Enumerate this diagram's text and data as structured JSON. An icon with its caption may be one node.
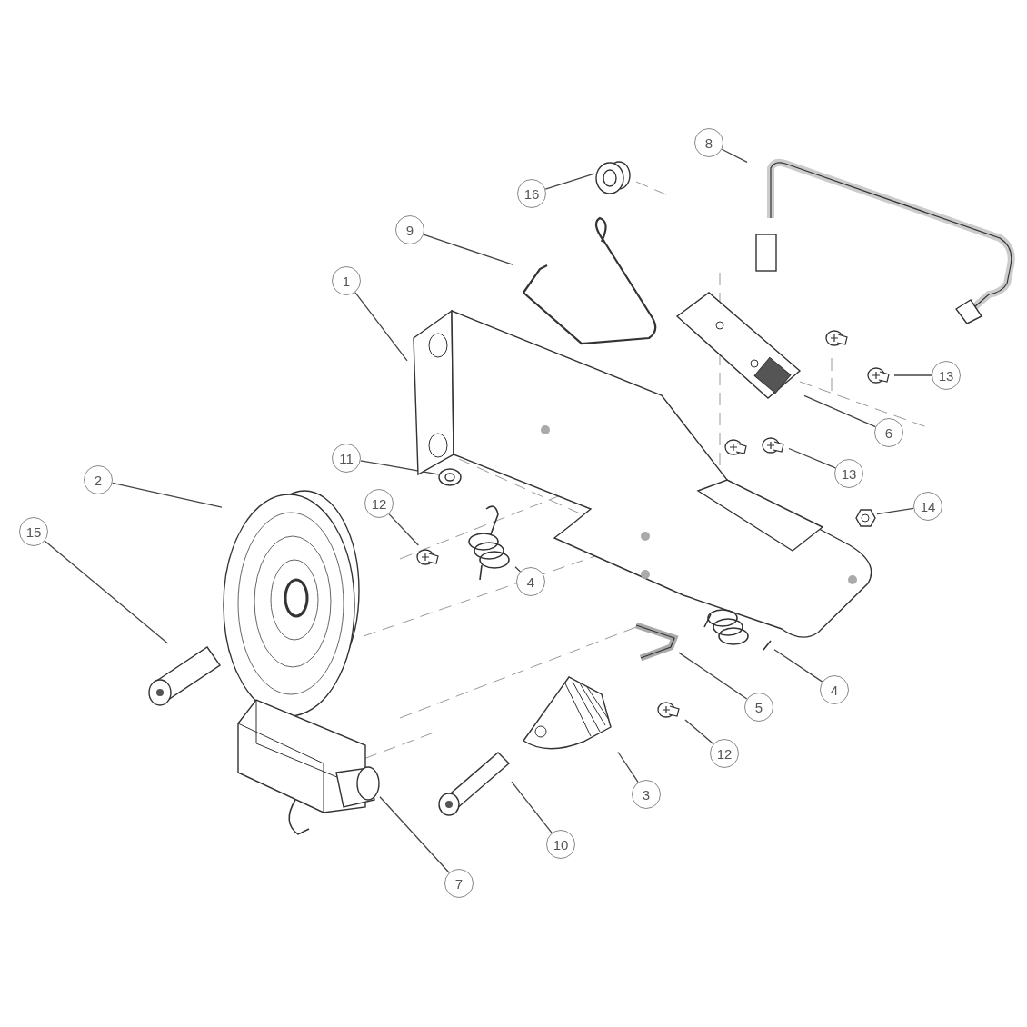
{
  "diagram": {
    "nodes": [
      {
        "text": [
          "8"
        ]
      },
      {
        "text": [],
        "shape": "picture"
      },
      {
        "text": [
          "16"
        ]
      },
      {
        "text": [],
        "shape": "picture"
      },
      {
        "text": [
          "9"
        ]
      },
      {
        "text": [],
        "shape": "picture"
      },
      {
        "text": [
          "1"
        ]
      },
      {
        "text": [],
        "shape": "picture"
      },
      {
        "text": [
          "13"
        ]
      },
      {
        "text": [],
        "shape": "picture"
      },
      {
        "text": [
          "6"
        ]
      },
      {
        "text": [],
        "shape": "picture"
      },
      {
        "text": [
          "11"
        ]
      },
      {
        "text": [],
        "shape": "picture"
      },
      {
        "text": [
          "2"
        ]
      },
      {
        "text": [],
        "shape": "picture"
      },
      {
        "text": [
          "13"
        ]
      },
      {
        "text": [],
        "shape": "picture"
      },
      {
        "text": [
          "12"
        ]
      },
      {
        "text": [],
        "shape": "picture"
      },
      {
        "text": [
          "14"
        ]
      },
      {
        "text": [],
        "shape": "picture"
      },
      {
        "text": [
          "15"
        ]
      },
      {
        "text": [],
        "shape": "picture"
      },
      {
        "text": [
          "4"
        ]
      },
      {
        "text": [],
        "shape": "picture"
      },
      {
        "text": [
          "4"
        ]
      },
      {
        "text": [],
        "shape": "picture"
      },
      {
        "text": [
          "5"
        ]
      },
      {
        "text": [],
        "shape": "picture"
      },
      {
        "text": [
          "12"
        ]
      },
      {
        "text": [],
        "shape": "picture"
      },
      {
        "text": [
          "3"
        ]
      },
      {
        "text": [],
        "shape": "picture"
      },
      {
        "text": [
          "10"
        ]
      },
      {
        "text": [],
        "shape": "picture"
      },
      {
        "text": [
          "7"
        ]
      },
      {
        "text": [],
        "shape": "picture"
      }
    ],
    "edges": [
      {
        "from": 0,
        "to": 1,
        "arrow": "none"
      },
      {
        "from": 2,
        "to": 3,
        "arrow": "none"
      },
      {
        "from": 4,
        "to": 5,
        "arrow": "none"
      },
      {
        "from": 6,
        "to": 7,
        "arrow": "none"
      },
      {
        "from": 8,
        "to": 9,
        "arrow": "none"
      },
      {
        "from": 10,
        "to": 11,
        "arrow": "none"
      },
      {
        "from": 12,
        "to": 13,
        "arrow": "none"
      },
      {
        "from": 14,
        "to": 15,
        "arrow": "none"
      },
      {
        "from": 16,
        "to": 17,
        "arrow": "none"
      },
      {
        "from": 18,
        "to": 19,
        "arrow": "none"
      },
      {
        "from": 20,
        "to": 21,
        "arrow": "none"
      },
      {
        "from": 22,
        "to": 23,
        "arrow": "none"
      },
      {
        "from": 24,
        "to": 25,
        "arrow": "none"
      },
      {
        "from": 26,
        "to": 27,
        "arrow": "none"
      },
      {
        "from": 28,
        "to": 29,
        "arrow": "none"
      },
      {
        "from": 30,
        "to": 31,
        "arrow": "none"
      },
      {
        "from": 32,
        "to": 33,
        "arrow": "none"
      },
      {
        "from": 34,
        "to": 35,
        "arrow": "none"
      },
      {
        "from": 36,
        "to": 37,
        "arrow": "none"
      }
    ]
  }
}
